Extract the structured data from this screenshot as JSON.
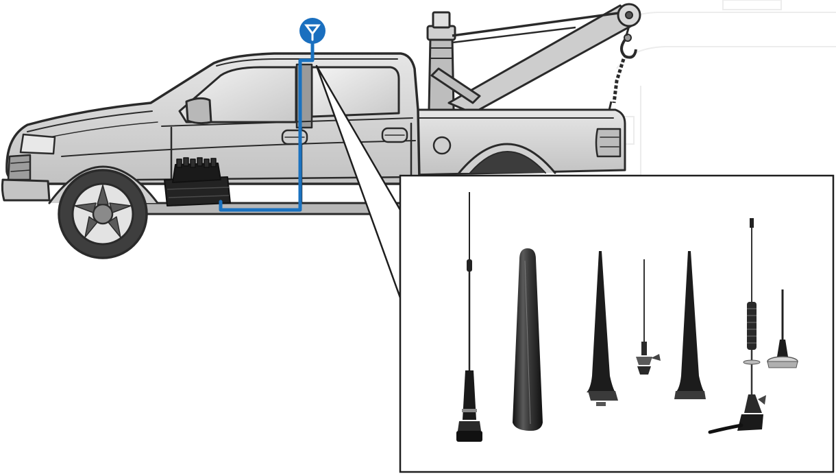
{
  "colors": {
    "background": "#ffffff",
    "truck_body": "#d4d4d4",
    "truck_outline": "#2a2a2a",
    "tire": "#4a4a4a",
    "wiring": "#1a72c0",
    "antenna_badge": "#1a6fbf",
    "antenna_dark": "#1c1c1c",
    "inset_border": "#1e1e1e"
  },
  "figure": {
    "vehicle": "tow-truck-pickup",
    "installed_components": [
      "two-way-radio-unit",
      "roof-mounted-antenna",
      "antenna-cable"
    ],
    "antenna_badge_icon": "antenna-icon",
    "inset_antennas": [
      "long-whip-antenna",
      "rubber-stubby-antenna",
      "tapered-blade-antenna",
      "short-whip-bracket-antenna",
      "tapered-blade-antenna-2",
      "spring-whip-bracket-antenna",
      "magnetic-mount-antenna"
    ]
  }
}
